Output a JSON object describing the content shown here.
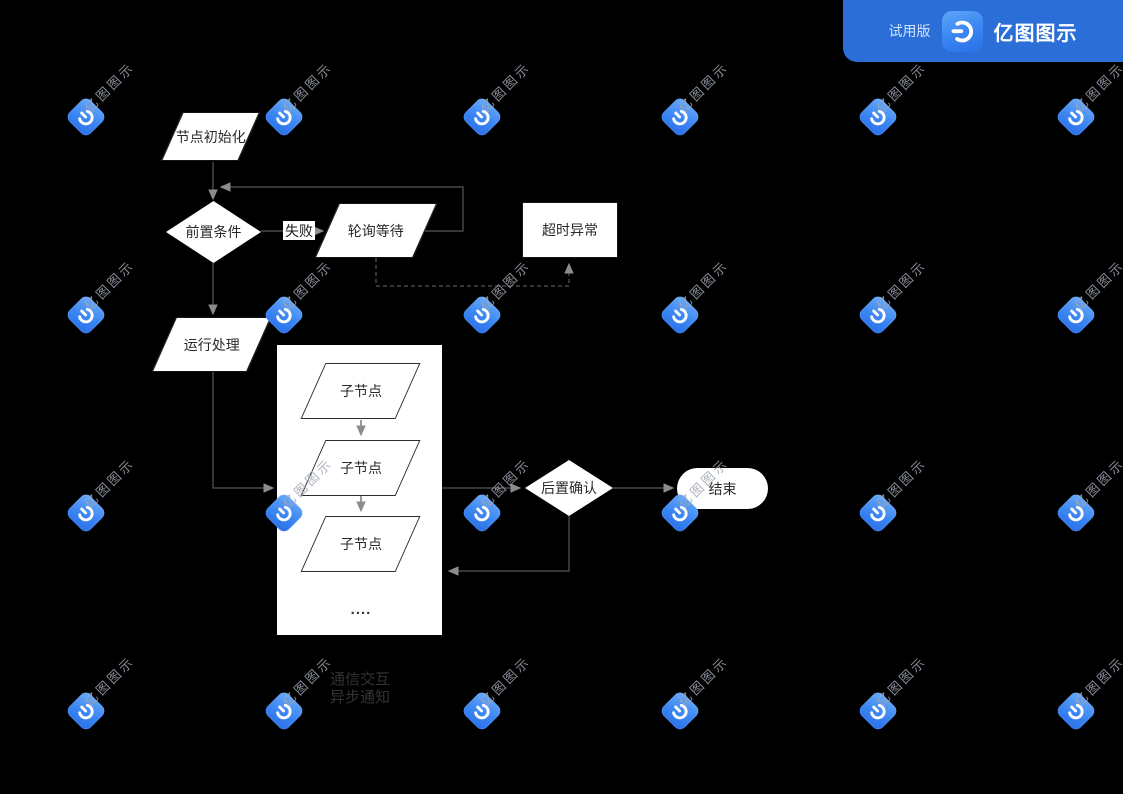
{
  "banner": {
    "trial_label": "试用版",
    "brand": "亿图图示"
  },
  "watermark": {
    "text": "亿图图示"
  },
  "nodes": {
    "init": "节点初始化",
    "precondition": "前置条件",
    "fail_label": "失败",
    "polling": "轮询等待",
    "timeout": "超时异常",
    "run": "运行处理",
    "child1": "子节点",
    "child2": "子节点",
    "child3": "子节点",
    "ellipsis": "....",
    "postconfirm": "后置确认",
    "end": "结束"
  },
  "legend": {
    "line1": "通信交互",
    "line2": "异步通知"
  },
  "colors": {
    "canvas_bg": "#000000",
    "shape_fill": "#ffffff",
    "shape_text": "#2a2a2a",
    "connector": "#575757",
    "banner_bg": "#2b6ed8",
    "logo_blue": "#3b86f3",
    "watermark_gray": "#a0a6b1"
  }
}
